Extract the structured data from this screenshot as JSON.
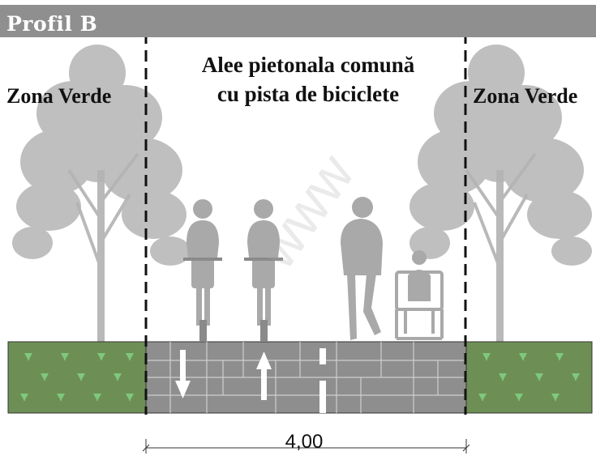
{
  "title": "Profil B",
  "zones": {
    "left_label": "Zona Verde",
    "right_label": "Zona Verde",
    "center_line1": "Alee pietonala comună",
    "center_line2": "cu pista de biciclete"
  },
  "dimension": "4,00",
  "watermark": "www",
  "colors": {
    "title_bar": "#8f8f8f",
    "grass": "#6d8f55",
    "pavement": "#8e8e8e",
    "figures": "#a9a9a9",
    "trees": "#b5b5b5"
  },
  "icons": [
    "tree-icon",
    "cyclist-icon",
    "pedestrian-icon",
    "wheelchair-user-icon",
    "arrow-down-icon",
    "arrow-up-icon"
  ]
}
